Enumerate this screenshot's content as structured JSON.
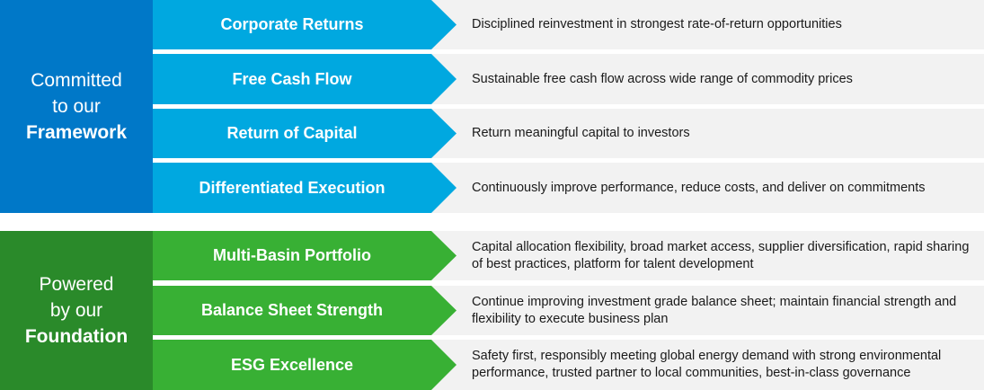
{
  "colors": {
    "framework_dark": "#0078C8",
    "framework_light": "#00A8E0",
    "foundation_dark": "#2A8A2A",
    "foundation_light": "#38B034",
    "description_bg": "#F2F2F2"
  },
  "framework": {
    "label_line1": "Committed",
    "label_line2": "to our",
    "label_line3": "Framework",
    "items": [
      {
        "title": "Corporate Returns",
        "description": "Disciplined reinvestment in strongest rate-of-return opportunities"
      },
      {
        "title": "Free Cash Flow",
        "description": "Sustainable free cash flow across wide range of commodity prices"
      },
      {
        "title": "Return of Capital",
        "description": "Return meaningful capital to investors"
      },
      {
        "title": "Differentiated Execution",
        "description": "Continuously improve performance, reduce costs, and deliver on commitments"
      }
    ]
  },
  "foundation": {
    "label_line1": "Powered",
    "label_line2": "by our",
    "label_line3": "Foundation",
    "items": [
      {
        "title": "Multi-Basin Portfolio",
        "description": "Capital allocation flexibility, broad market access, supplier diversification, rapid sharing of best practices, platform for talent development"
      },
      {
        "title": "Balance Sheet Strength",
        "description": "Continue improving investment grade balance sheet; maintain financial strength and flexibility to execute business plan"
      },
      {
        "title": "ESG Excellence",
        "description": "Safety first, responsibly meeting global energy demand with strong environmental performance, trusted partner to local communities, best-in-class governance"
      }
    ]
  }
}
